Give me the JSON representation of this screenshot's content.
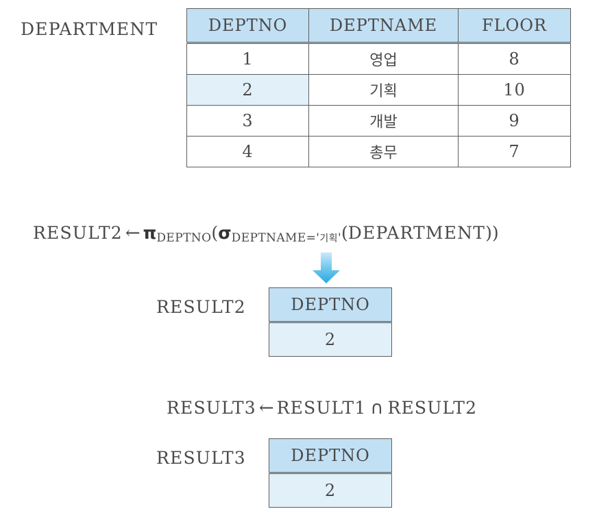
{
  "department": {
    "label": "DEPARTMENT",
    "columns": [
      "DEPTNO",
      "DEPTNAME",
      "FLOOR"
    ],
    "rows": [
      {
        "deptno": "1",
        "deptname": "영업",
        "floor": "8",
        "highlight": false
      },
      {
        "deptno": "2",
        "deptname": "기획",
        "floor": "10",
        "highlight": true
      },
      {
        "deptno": "3",
        "deptname": "개발",
        "floor": "9",
        "highlight": false
      },
      {
        "deptno": "4",
        "deptname": "총무",
        "floor": "7",
        "highlight": false
      }
    ]
  },
  "expression_result2": {
    "target": "RESULT2",
    "assign_arrow": "←",
    "project_symbol": "π",
    "project_subscript": "DEPTNO",
    "open_paren_1": "(",
    "select_symbol": "σ",
    "select_subscript_prefix": "DEPTNAME='",
    "select_subscript_value": "기획",
    "select_subscript_suffix": "'",
    "open_paren_2": "(",
    "relation": "DEPARTMENT",
    "close_parens": "))"
  },
  "arrow_icon": {
    "name": "down-arrow-icon",
    "color_top": "#b9e2f7",
    "color_bottom": "#29ace3"
  },
  "result2": {
    "label": "RESULT2",
    "columns": [
      "DEPTNO"
    ],
    "rows": [
      [
        "2"
      ]
    ]
  },
  "expression_result3": {
    "target": "RESULT3",
    "assign_arrow": "←",
    "left_operand": "RESULT1",
    "operator": "∩",
    "right_operand": "RESULT2"
  },
  "result3": {
    "label": "RESULT3",
    "columns": [
      "DEPTNO"
    ],
    "rows": [
      [
        "2"
      ]
    ]
  },
  "colors": {
    "header_blue": "#c2e0f4",
    "cell_blue": "#e2f0fa",
    "border": "#5d5d5d",
    "text": "#4a4a4a"
  }
}
